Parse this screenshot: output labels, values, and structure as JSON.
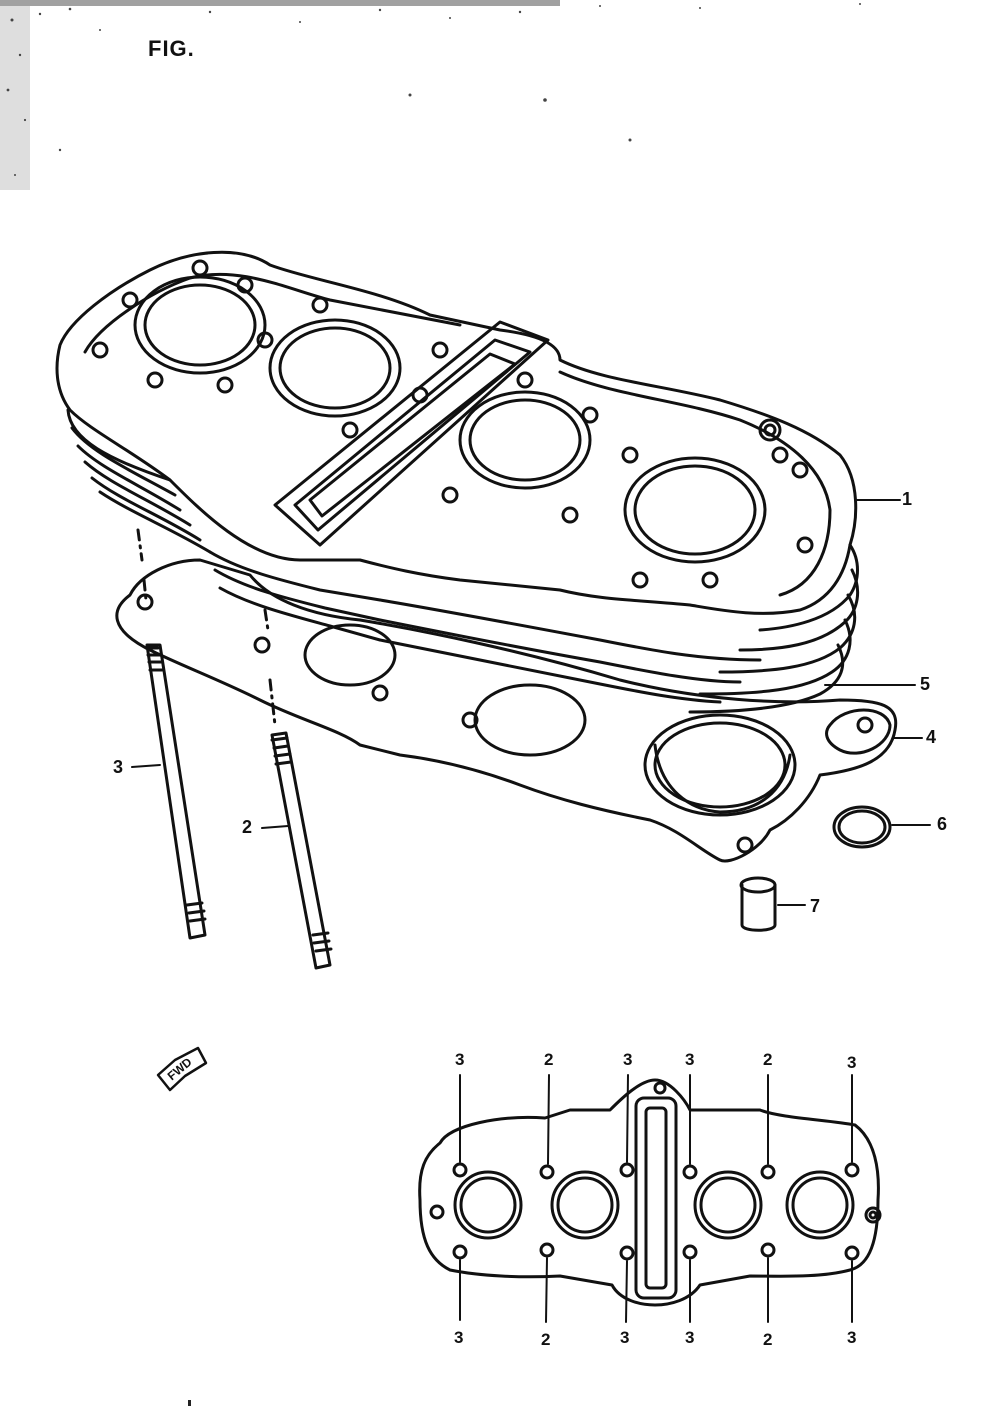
{
  "figure": {
    "title": "FIG. ",
    "fwd_label": "FWD"
  },
  "callouts": {
    "c1": "1",
    "c2": "2",
    "c3": "3",
    "c4": "4",
    "c5": "5",
    "c6": "6",
    "c7": "7"
  },
  "bolt_pattern": {
    "top": [
      "3",
      "2",
      "3",
      "3",
      "2",
      "3"
    ],
    "bottom": [
      "3",
      "2",
      "3",
      "3",
      "2",
      "3"
    ]
  }
}
